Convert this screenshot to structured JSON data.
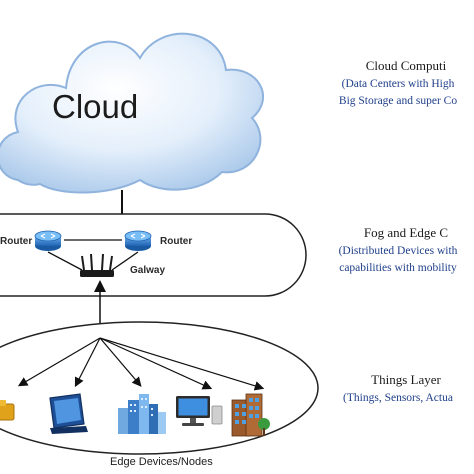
{
  "cloud_layer": {
    "cloud_label": "Cloud",
    "title": "Cloud Computi",
    "desc_line1": "(Data Centers with High",
    "desc_line2": "Big Storage and super Co"
  },
  "fog_layer": {
    "router_left": "Router",
    "router_right": "Router",
    "gateway": "Galway",
    "title": "Fog and Edge C",
    "desc_line1": "(Distributed Devices with",
    "desc_line2": "capabilities with mobility"
  },
  "things_layer": {
    "title": "Things Layer",
    "desc_line1": "(Things, Sensors, Actua",
    "edge_label": "Edge Devices/Nodes"
  },
  "colors": {
    "cloud_fill": "#dcebfb",
    "cloud_edge": "#8fb3dd",
    "router_blue": "#2f7fd0",
    "desc_text": "#1f3f8a"
  },
  "icons": [
    "cloud-icon",
    "router-icon",
    "wifi-gateway-icon",
    "folder-icon",
    "tablet-icon",
    "city-buildings-icon",
    "desktop-computer-icon",
    "office-building-icon"
  ]
}
